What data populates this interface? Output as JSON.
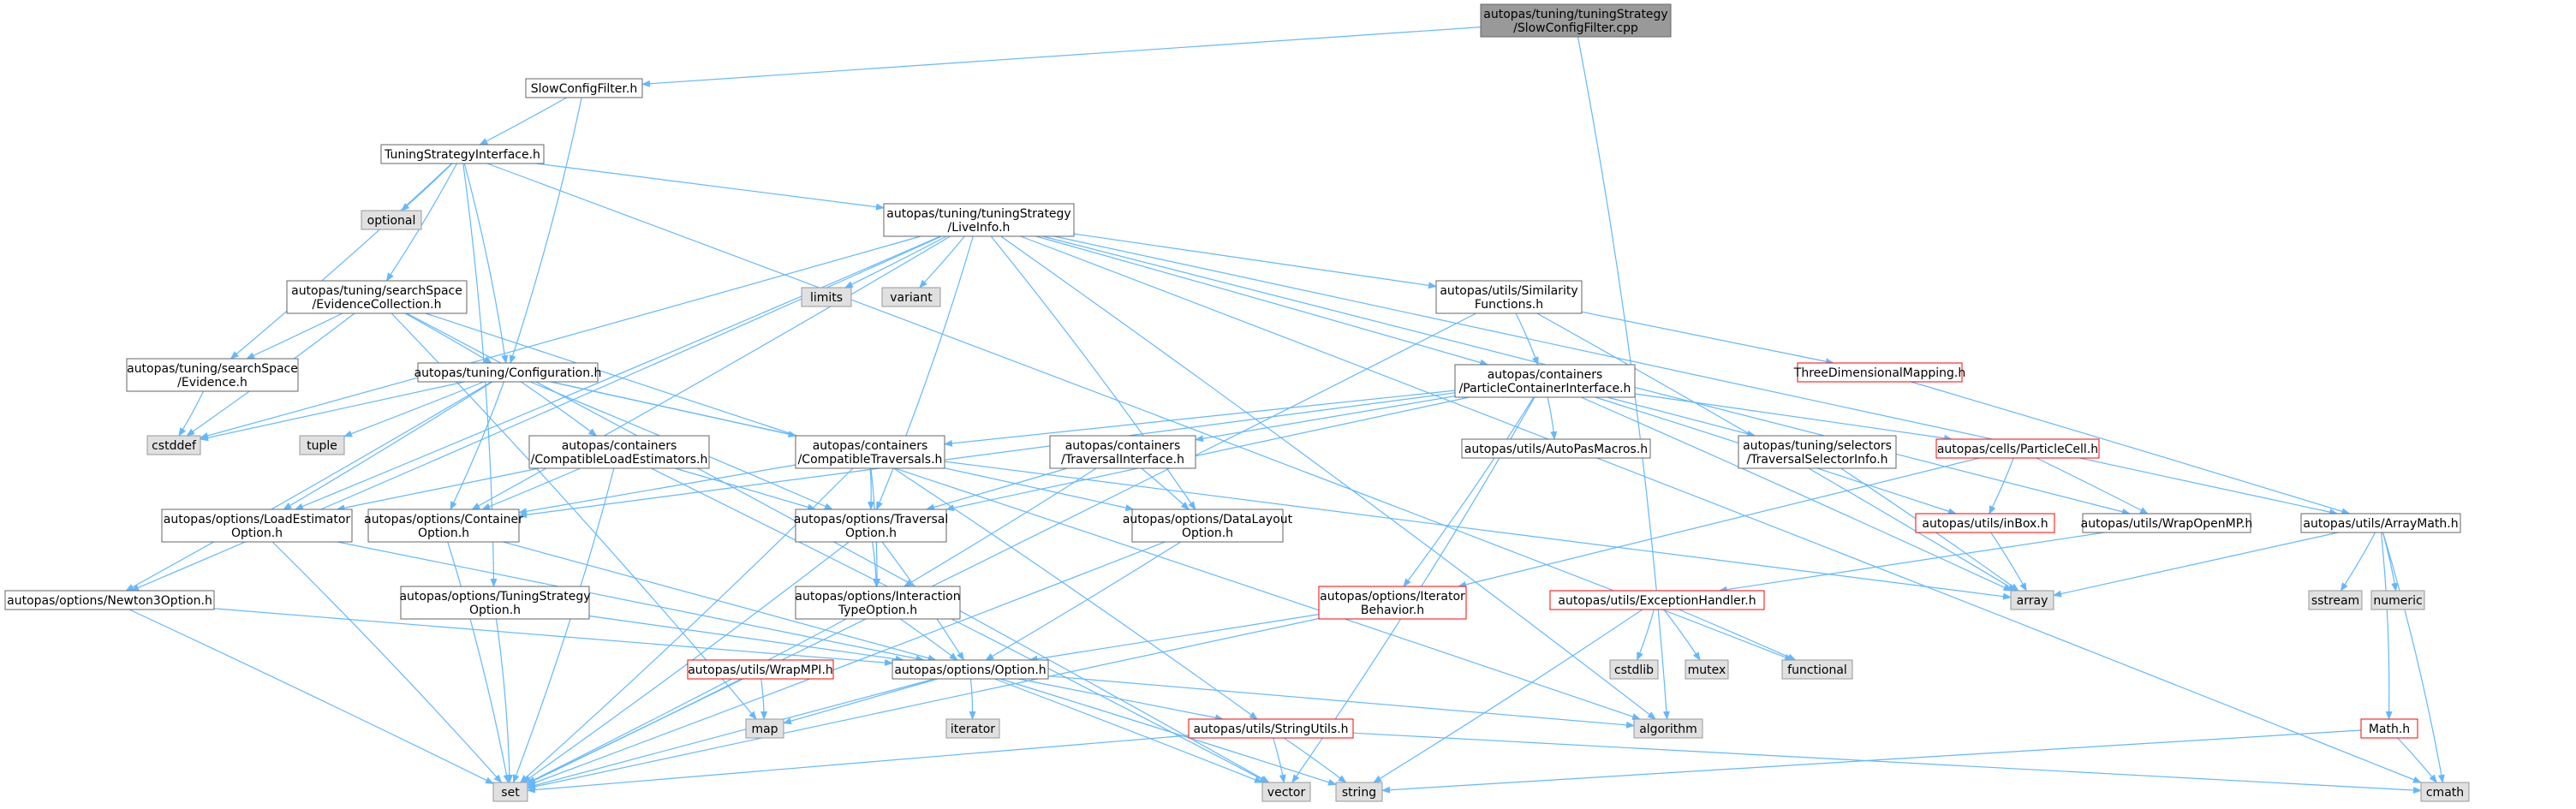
{
  "colors": {
    "edge": "#63B8FF",
    "box_fill": "#ffffff",
    "box_stroke": "#666666",
    "sys_fill": "#E0E0E0",
    "sys_stroke": "#999999",
    "root_fill": "#999999",
    "root_stroke": "#666666",
    "missing_stroke": "#FF0000",
    "text": "#000000"
  },
  "nodes": [
    {
      "id": "root",
      "lines": [
        "autopas/tuning/tuningStrategy",
        "/SlowConfigFilter.cpp"
      ],
      "kind": "root"
    },
    {
      "id": "slow",
      "lines": [
        "SlowConfigFilter.h"
      ],
      "kind": "file"
    },
    {
      "id": "tsi",
      "lines": [
        "TuningStrategyInterface.h"
      ],
      "kind": "file"
    },
    {
      "id": "optional",
      "lines": [
        "optional"
      ],
      "kind": "sys"
    },
    {
      "id": "liveinfo",
      "lines": [
        "autopas/tuning/tuningStrategy",
        "/LiveInfo.h"
      ],
      "kind": "file"
    },
    {
      "id": "limits",
      "lines": [
        "limits"
      ],
      "kind": "sys"
    },
    {
      "id": "variant",
      "lines": [
        "variant"
      ],
      "kind": "sys"
    },
    {
      "id": "evcoll",
      "lines": [
        "autopas/tuning/searchSpace",
        "/EvidenceCollection.h"
      ],
      "kind": "file"
    },
    {
      "id": "simfun",
      "lines": [
        "autopas/utils/Similarity",
        "Functions.h"
      ],
      "kind": "file"
    },
    {
      "id": "evidence",
      "lines": [
        "autopas/tuning/searchSpace",
        "/Evidence.h"
      ],
      "kind": "file"
    },
    {
      "id": "threedim",
      "lines": [
        "ThreeDimensionalMapping.h"
      ],
      "kind": "missing"
    },
    {
      "id": "config",
      "lines": [
        "autopas/tuning/Configuration.h"
      ],
      "kind": "file"
    },
    {
      "id": "pci",
      "lines": [
        "autopas/containers",
        "/ParticleContainerInterface.h"
      ],
      "kind": "file"
    },
    {
      "id": "cstddef",
      "lines": [
        "cstddef"
      ],
      "kind": "sys"
    },
    {
      "id": "tuple",
      "lines": [
        "tuple"
      ],
      "kind": "sys"
    },
    {
      "id": "compload",
      "lines": [
        "autopas/containers",
        "/CompatibleLoadEstimators.h"
      ],
      "kind": "file"
    },
    {
      "id": "comptrav",
      "lines": [
        "autopas/containers",
        "/CompatibleTraversals.h"
      ],
      "kind": "file"
    },
    {
      "id": "travint",
      "lines": [
        "autopas/containers",
        "/TraversalInterface.h"
      ],
      "kind": "file"
    },
    {
      "id": "macros",
      "lines": [
        "autopas/utils/AutoPasMacros.h"
      ],
      "kind": "file"
    },
    {
      "id": "tsel",
      "lines": [
        "autopas/tuning/selectors",
        "/TraversalSelectorInfo.h"
      ],
      "kind": "file"
    },
    {
      "id": "pcell",
      "lines": [
        "autopas/cells/ParticleCell.h"
      ],
      "kind": "missing"
    },
    {
      "id": "loadopt",
      "lines": [
        "autopas/options/LoadEstimator",
        "Option.h"
      ],
      "kind": "file"
    },
    {
      "id": "contopt",
      "lines": [
        "autopas/options/Container",
        "Option.h"
      ],
      "kind": "file"
    },
    {
      "id": "travopt",
      "lines": [
        "autopas/options/Traversal",
        "Option.h"
      ],
      "kind": "file"
    },
    {
      "id": "dlopt",
      "lines": [
        "autopas/options/DataLayout",
        "Option.h"
      ],
      "kind": "file"
    },
    {
      "id": "inbox",
      "lines": [
        "autopas/utils/inBox.h"
      ],
      "kind": "missing"
    },
    {
      "id": "wrapomp",
      "lines": [
        "autopas/utils/WrapOpenMP.h"
      ],
      "kind": "file"
    },
    {
      "id": "arraymath",
      "lines": [
        "autopas/utils/ArrayMath.h"
      ],
      "kind": "file"
    },
    {
      "id": "newton",
      "lines": [
        "autopas/options/Newton3Option.h"
      ],
      "kind": "file"
    },
    {
      "id": "tsopt",
      "lines": [
        "autopas/options/TuningStrategy",
        "Option.h"
      ],
      "kind": "file"
    },
    {
      "id": "itopt",
      "lines": [
        "autopas/options/Interaction",
        "TypeOption.h"
      ],
      "kind": "file"
    },
    {
      "id": "iterbeh",
      "lines": [
        "autopas/options/Iterator",
        "Behavior.h"
      ],
      "kind": "missing"
    },
    {
      "id": "array",
      "lines": [
        "array"
      ],
      "kind": "sys"
    },
    {
      "id": "exch",
      "lines": [
        "autopas/utils/ExceptionHandler.h"
      ],
      "kind": "missing"
    },
    {
      "id": "sstream",
      "lines": [
        "sstream"
      ],
      "kind": "sys"
    },
    {
      "id": "numeric",
      "lines": [
        "numeric"
      ],
      "kind": "sys"
    },
    {
      "id": "wrapmpi",
      "lines": [
        "autopas/utils/WrapMPI.h"
      ],
      "kind": "missing"
    },
    {
      "id": "option",
      "lines": [
        "autopas/options/Option.h"
      ],
      "kind": "file"
    },
    {
      "id": "cstdlib",
      "lines": [
        "cstdlib"
      ],
      "kind": "sys"
    },
    {
      "id": "mutex",
      "lines": [
        "mutex"
      ],
      "kind": "sys"
    },
    {
      "id": "functional",
      "lines": [
        "functional"
      ],
      "kind": "sys"
    },
    {
      "id": "map",
      "lines": [
        "map"
      ],
      "kind": "sys"
    },
    {
      "id": "iterator",
      "lines": [
        "iterator"
      ],
      "kind": "sys"
    },
    {
      "id": "strutils",
      "lines": [
        "autopas/utils/StringUtils.h"
      ],
      "kind": "missing"
    },
    {
      "id": "algorithm",
      "lines": [
        "algorithm"
      ],
      "kind": "sys"
    },
    {
      "id": "math",
      "lines": [
        "Math.h"
      ],
      "kind": "missing"
    },
    {
      "id": "set",
      "lines": [
        "set"
      ],
      "kind": "sys"
    },
    {
      "id": "vector",
      "lines": [
        "vector"
      ],
      "kind": "sys"
    },
    {
      "id": "string",
      "lines": [
        "string"
      ],
      "kind": "sys"
    },
    {
      "id": "cmath",
      "lines": [
        "cmath"
      ],
      "kind": "sys"
    }
  ],
  "edges": [
    [
      "root",
      "slow"
    ],
    [
      "root",
      "algorithm"
    ],
    [
      "slow",
      "tsi"
    ],
    [
      "slow",
      "config"
    ],
    [
      "tsi",
      "optional"
    ],
    [
      "tsi",
      "liveinfo"
    ],
    [
      "tsi",
      "evcoll"
    ],
    [
      "tsi",
      "evidence"
    ],
    [
      "tsi",
      "config"
    ],
    [
      "tsi",
      "tsopt"
    ],
    [
      "tsi",
      "functional"
    ],
    [
      "liveinfo",
      "limits"
    ],
    [
      "liveinfo",
      "variant"
    ],
    [
      "liveinfo",
      "simfun"
    ],
    [
      "liveinfo",
      "pci"
    ],
    [
      "liveinfo",
      "cstddef"
    ],
    [
      "liveinfo",
      "contopt"
    ],
    [
      "liveinfo",
      "travopt"
    ],
    [
      "liveinfo",
      "dlopt"
    ],
    [
      "liveinfo",
      "loadopt"
    ],
    [
      "liveinfo",
      "newton"
    ],
    [
      "liveinfo",
      "arraymath"
    ],
    [
      "liveinfo",
      "wrapomp"
    ],
    [
      "liveinfo",
      "algorithm"
    ],
    [
      "liveinfo",
      "cmath"
    ],
    [
      "evcoll",
      "evidence"
    ],
    [
      "evcoll",
      "config"
    ],
    [
      "evcoll",
      "cstddef"
    ],
    [
      "evcoll",
      "map"
    ],
    [
      "evcoll",
      "vector"
    ],
    [
      "evcoll",
      "algorithm"
    ],
    [
      "simfun",
      "pci"
    ],
    [
      "simfun",
      "threedim"
    ],
    [
      "simfun",
      "set"
    ],
    [
      "simfun",
      "array"
    ],
    [
      "evidence",
      "cstddef"
    ],
    [
      "threedim",
      "arraymath"
    ],
    [
      "config",
      "cstddef"
    ],
    [
      "config",
      "tuple"
    ],
    [
      "config",
      "compload"
    ],
    [
      "config",
      "comptrav"
    ],
    [
      "config",
      "loadopt"
    ],
    [
      "config",
      "contopt"
    ],
    [
      "config",
      "travopt"
    ],
    [
      "config",
      "dlopt"
    ],
    [
      "config",
      "newton"
    ],
    [
      "pci",
      "comptrav"
    ],
    [
      "pci",
      "travint"
    ],
    [
      "pci",
      "macros"
    ],
    [
      "pci",
      "tsel"
    ],
    [
      "pci",
      "pcell"
    ],
    [
      "pci",
      "contopt"
    ],
    [
      "pci",
      "travopt"
    ],
    [
      "pci",
      "iterbeh"
    ],
    [
      "pci",
      "inbox"
    ],
    [
      "pci",
      "array"
    ],
    [
      "pci",
      "vector"
    ],
    [
      "compload",
      "loadopt"
    ],
    [
      "compload",
      "contopt"
    ],
    [
      "compload",
      "travopt"
    ],
    [
      "compload",
      "set"
    ],
    [
      "compload",
      "vector"
    ],
    [
      "comptrav",
      "contopt"
    ],
    [
      "comptrav",
      "travopt"
    ],
    [
      "comptrav",
      "itopt"
    ],
    [
      "comptrav",
      "strutils"
    ],
    [
      "comptrav",
      "set"
    ],
    [
      "comptrav",
      "array"
    ],
    [
      "travint",
      "travopt"
    ],
    [
      "travint",
      "dlopt"
    ],
    [
      "travint",
      "itopt"
    ],
    [
      "tsel",
      "array"
    ],
    [
      "pcell",
      "inbox"
    ],
    [
      "pcell",
      "wrapomp"
    ],
    [
      "pcell",
      "iterbeh"
    ],
    [
      "loadopt",
      "option"
    ],
    [
      "loadopt",
      "set"
    ],
    [
      "contopt",
      "option"
    ],
    [
      "contopt",
      "set"
    ],
    [
      "travopt",
      "itopt"
    ],
    [
      "travopt",
      "option"
    ],
    [
      "travopt",
      "set"
    ],
    [
      "dlopt",
      "option"
    ],
    [
      "dlopt",
      "set"
    ],
    [
      "inbox",
      "array"
    ],
    [
      "wrapomp",
      "exch"
    ],
    [
      "arraymath",
      "array"
    ],
    [
      "arraymath",
      "sstream"
    ],
    [
      "arraymath",
      "numeric"
    ],
    [
      "arraymath",
      "math"
    ],
    [
      "arraymath",
      "cmath"
    ],
    [
      "newton",
      "option"
    ],
    [
      "newton",
      "set"
    ],
    [
      "tsopt",
      "option"
    ],
    [
      "tsopt",
      "set"
    ],
    [
      "itopt",
      "option"
    ],
    [
      "itopt",
      "set"
    ],
    [
      "iterbeh",
      "option"
    ],
    [
      "iterbeh",
      "set"
    ],
    [
      "exch",
      "cstdlib"
    ],
    [
      "exch",
      "mutex"
    ],
    [
      "exch",
      "functional"
    ],
    [
      "exch",
      "string"
    ],
    [
      "wrapmpi",
      "map"
    ],
    [
      "wrapmpi",
      "set"
    ],
    [
      "option",
      "map"
    ],
    [
      "option",
      "iterator"
    ],
    [
      "option",
      "strutils"
    ],
    [
      "option",
      "algorithm"
    ],
    [
      "option",
      "set"
    ],
    [
      "option",
      "vector"
    ],
    [
      "option",
      "string"
    ],
    [
      "strutils",
      "set"
    ],
    [
      "strutils",
      "vector"
    ],
    [
      "strutils",
      "string"
    ],
    [
      "strutils",
      "cmath"
    ],
    [
      "math",
      "string"
    ],
    [
      "math",
      "cmath"
    ]
  ]
}
